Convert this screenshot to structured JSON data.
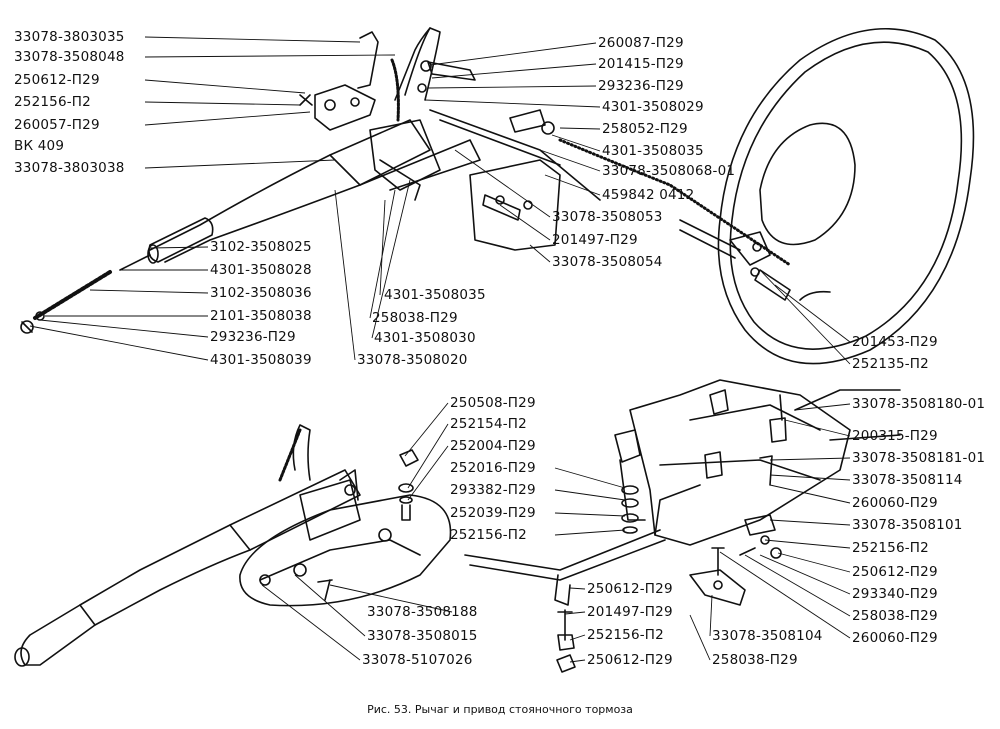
{
  "caption": "Рис. 53. Рычаг и привод стояночного тормоза",
  "labels": {
    "l1": "33078-3803035",
    "l2": "33078-3508048",
    "l3": "250612-П29",
    "l4": "252156-П2",
    "l5": "260057-П29",
    "l6": "ВК 409",
    "l7": "33078-3803038",
    "r1": "260087-П29",
    "r2": "201415-П29",
    "r3": "293236-П29",
    "r4": "4301-3508029",
    "r5": "258052-П29",
    "r6": "4301-3508035",
    "r7": "33078-3508068-01",
    "r8": "459842 0412",
    "r9": "33078-3508053",
    "r10": "201497-П29",
    "r11": "33078-3508054",
    "c1": "3102-3508025",
    "c2": "4301-3508028",
    "c3": "3102-3508036",
    "c4": "2101-3508038",
    "c5": "293236-П29",
    "c6": "4301-3508039",
    "c7": "4301-3508035",
    "c8": "258038-П29",
    "c9": "4301-3508030",
    "c10": "33078-3508020",
    "d1": "201453-П29",
    "d2": "252135-П2",
    "m1": "250508-П29",
    "m2": "252154-П2",
    "m3": "252004-П29",
    "m4": "252016-П29",
    "m5": "293382-П29",
    "m6": "252039-П29",
    "m7": "252156-П2",
    "e1": "33078-3508180-01",
    "e2": "200315-П29",
    "e3": "33078-3508181-01",
    "e4": "33078-3508114",
    "e5": "260060-П29",
    "e6": "33078-3508101",
    "e7": "252156-П2",
    "e8": "250612-П29",
    "e9": "293340-П29",
    "e10": "258038-П29",
    "e11": "260060-П29",
    "b1": "250612-П29",
    "b2": "201497-П29",
    "b3": "252156-П2",
    "b4": "250612-П29",
    "b5": "33078-3508104",
    "b6": "258038-П29",
    "s1": "33078-3508188",
    "s2": "33078-3508015",
    "s3": "33078-5107026"
  }
}
